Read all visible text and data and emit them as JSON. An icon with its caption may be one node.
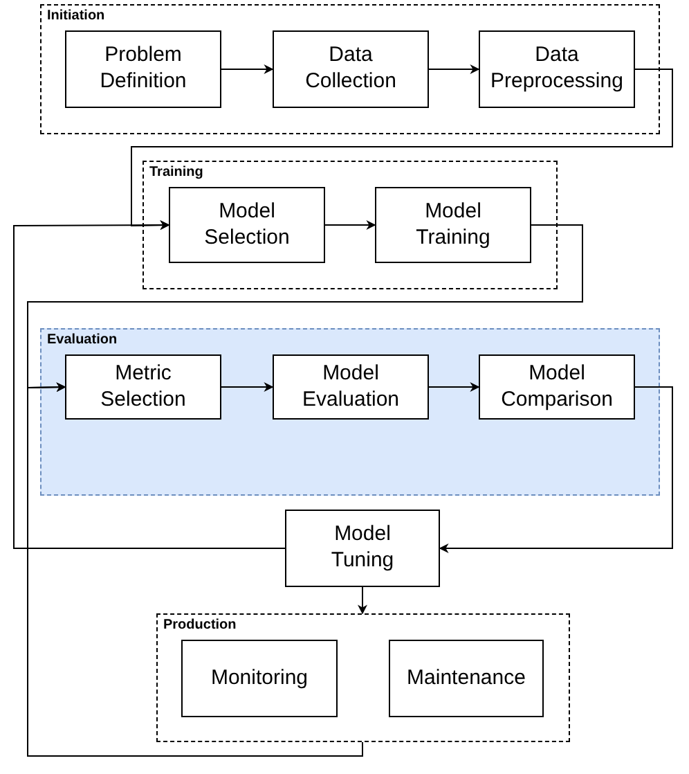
{
  "diagram": {
    "nodes": [
      {
        "text": [
          "Initiation"
        ]
      },
      {
        "text": [
          "Problem Definition"
        ],
        "in": 0
      },
      {
        "text": [
          "Data Collection"
        ],
        "in": 0
      },
      {
        "text": [
          "Data Preprocessing"
        ],
        "in": 0
      },
      {
        "text": [
          "Training"
        ]
      },
      {
        "text": [
          "Model Selection"
        ],
        "in": 4
      },
      {
        "text": [
          "Model Training"
        ],
        "in": 4
      },
      {
        "text": [
          "Evaluation"
        ]
      },
      {
        "text": [
          "Metric Selection"
        ],
        "in": 7
      },
      {
        "text": [
          "Model Evaluation"
        ],
        "in": 7
      },
      {
        "text": [
          "Model Comparison"
        ],
        "in": 7
      },
      {
        "text": [
          "Model Tuning"
        ]
      },
      {
        "text": [
          "Production"
        ]
      },
      {
        "text": [
          "Monitoring"
        ],
        "in": 12
      },
      {
        "text": [
          "Maintenance"
        ],
        "in": 12
      }
    ],
    "edges": [
      {
        "from": 1,
        "to": 2,
        "arrow": "to"
      },
      {
        "from": 2,
        "to": 3,
        "arrow": "to"
      },
      {
        "from": 3,
        "to": 5,
        "arrow": "to"
      },
      {
        "from": 5,
        "to": 6,
        "arrow": "to"
      },
      {
        "from": 6,
        "to": 8,
        "arrow": "to"
      },
      {
        "from": 8,
        "to": 9,
        "arrow": "to"
      },
      {
        "from": 9,
        "to": 10,
        "arrow": "to"
      },
      {
        "from": 10,
        "to": 11,
        "arrow": "to"
      },
      {
        "from": 11,
        "to": 5,
        "arrow": "to"
      },
      {
        "from": 11,
        "to": 12,
        "arrow": "to"
      },
      {
        "from": 12,
        "to": 8,
        "arrow": "to"
      }
    ]
  }
}
